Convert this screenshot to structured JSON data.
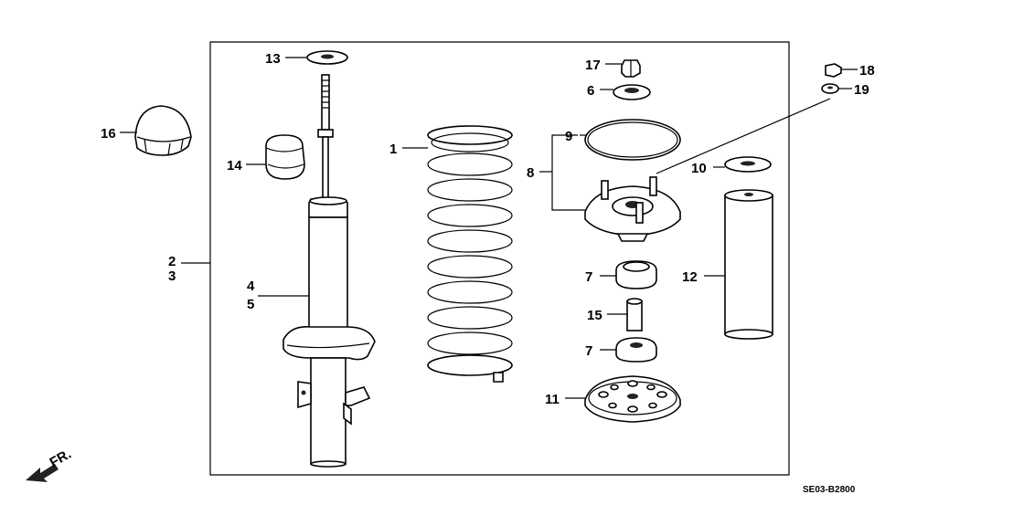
{
  "diagram": {
    "catalog_code": "SE03-B2800",
    "direction_label": "FR.",
    "callouts": {
      "c1": "1",
      "c2": "2",
      "c3": "3",
      "c4": "4",
      "c5": "5",
      "c6": "6",
      "c7a": "7",
      "c7b": "7",
      "c8": "8",
      "c9": "9",
      "c10": "10",
      "c11": "11",
      "c12": "12",
      "c13": "13",
      "c14": "14",
      "c15": "15",
      "c16": "16",
      "c17": "17",
      "c18": "18",
      "c19": "19"
    },
    "icons": [
      "shock-absorber",
      "coil-spring",
      "mounting-base",
      "dust-cover",
      "bump-stop",
      "cap",
      "washer",
      "nut",
      "rubber-bushing",
      "collar",
      "spring-seat",
      "front-direction-arrow"
    ]
  }
}
